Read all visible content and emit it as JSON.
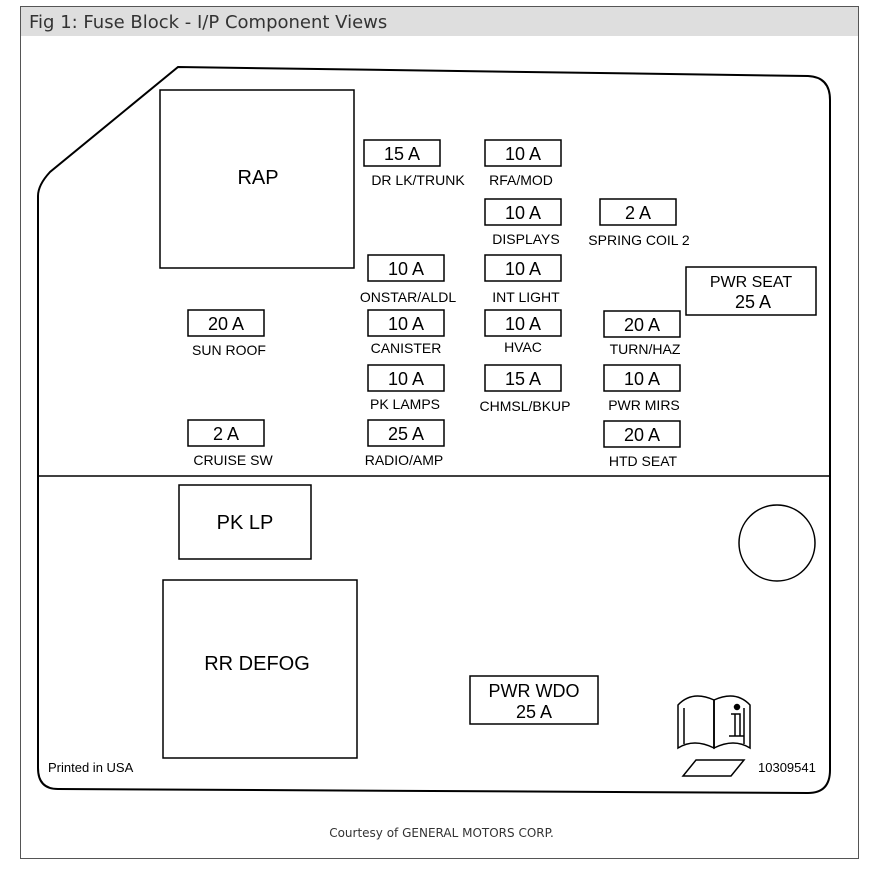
{
  "figure": {
    "title": "Fig 1: Fuse Block - I/P Component Views",
    "caption": "Courtesy of GENERAL MOTORS CORP."
  },
  "diagram": {
    "relays": {
      "rap": "RAP",
      "pk_lp": "PK LP",
      "rr_defog": "RR DEFOG"
    },
    "fuses": {
      "dr_lk_trunk": {
        "rating": "15 A",
        "label": "DR LK/TRUNK"
      },
      "rfa_mod": {
        "rating": "10 A",
        "label": "RFA/MOD"
      },
      "displays": {
        "rating": "10 A",
        "label": "DISPLAYS"
      },
      "spring_coil_2": {
        "rating": "2 A",
        "label": "SPRING COIL 2"
      },
      "onstar_aldl": {
        "rating": "10 A",
        "label": "ONSTAR/ALDL"
      },
      "int_light": {
        "rating": "10 A",
        "label": "INT LIGHT"
      },
      "sun_roof": {
        "rating": "20 A",
        "label": "SUN ROOF"
      },
      "canister": {
        "rating": "10 A",
        "label": "CANISTER"
      },
      "hvac": {
        "rating": "10 A",
        "label": "HVAC"
      },
      "turn_haz": {
        "rating": "20 A",
        "label": "TURN/HAZ"
      },
      "pk_lamps": {
        "rating": "10 A",
        "label": "PK LAMPS"
      },
      "chmsl_bkup": {
        "rating": "15 A",
        "label": "CHMSL/BKUP"
      },
      "pwr_mirs": {
        "rating": "10 A",
        "label": "PWR MIRS"
      },
      "cruise_sw": {
        "rating": "2 A",
        "label": "CRUISE SW"
      },
      "radio_amp": {
        "rating": "25 A",
        "label": "RADIO/AMP"
      },
      "htd_seat": {
        "rating": "20 A",
        "label": "HTD SEAT"
      }
    },
    "breakers": {
      "pwr_seat": {
        "name": "PWR SEAT",
        "rating": "25 A"
      },
      "pwr_wdo": {
        "name": "PWR WDO",
        "rating": "25 A"
      }
    },
    "footer": {
      "printed": "Printed in USA",
      "part_number": "10309541"
    },
    "icons": [
      "info-book-icon",
      "mounting-hole",
      "label-tab-icon"
    ]
  }
}
